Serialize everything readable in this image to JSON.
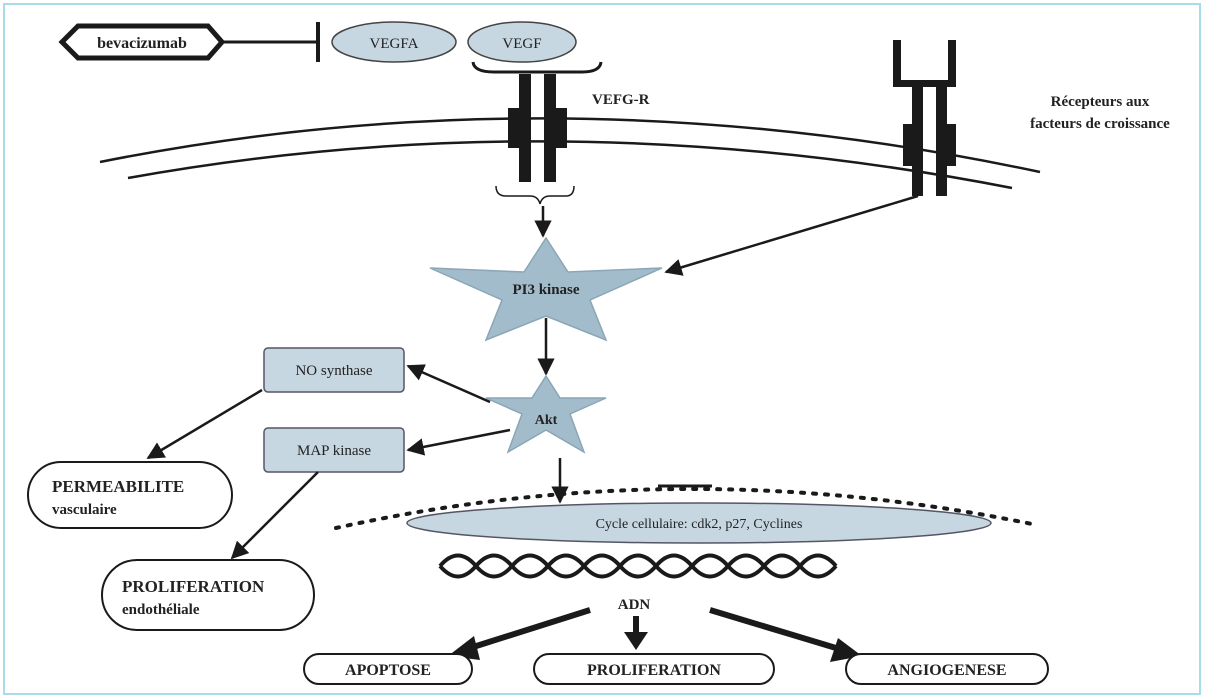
{
  "diagram": {
    "bevacizumab": "bevacizumab",
    "vegfa": "VEGFA",
    "vegf": "VEGF",
    "vefg_r": "VEFG-R",
    "receptors_line1": "Récepteurs aux",
    "receptors_line2": "facteurs de croissance",
    "pi3k": "PI3 kinase",
    "akt": "Akt",
    "no_synthase": "NO synthase",
    "map_kinase": "MAP kinase",
    "permeabilite_title": "PERMEABILITE",
    "permeabilite_sub": "vasculaire",
    "proliferation_endo_title": "PROLIFERATION",
    "proliferation_endo_sub": "endothéliale",
    "cycle": "Cycle cellulaire: cdk2, p27, Cyclines",
    "adn": "ADN",
    "apoptose": "APOPTOSE",
    "proliferation": "PROLIFERATION",
    "angiogenese": "ANGIOGENESE"
  },
  "colors": {
    "node_fill": "#c7d7e1",
    "star_fill": "#a3bccb",
    "stroke": "#1a1a1a",
    "border": "#a8dcea"
  }
}
